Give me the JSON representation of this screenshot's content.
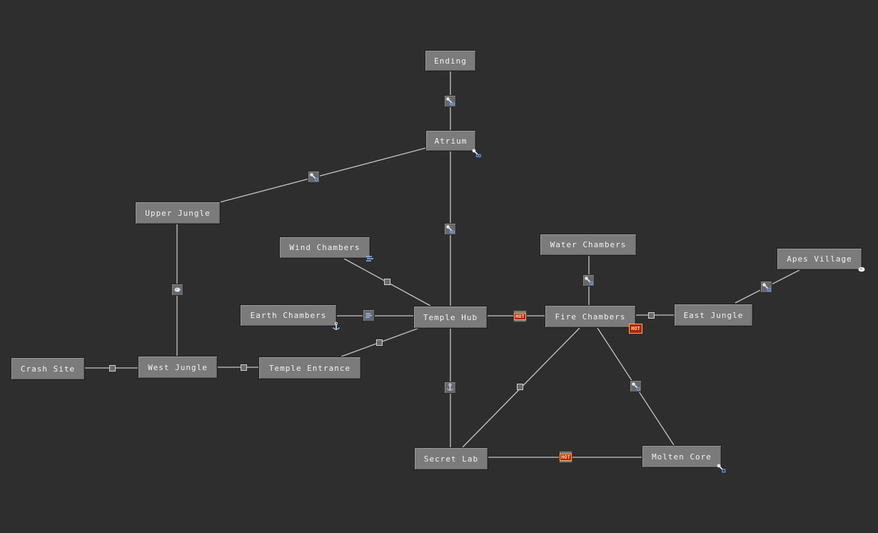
{
  "map": {
    "nodes": {
      "ending": "Ending",
      "atrium": "Atrium",
      "upper_jungle": "Upper Jungle",
      "wind_chambers": "Wind Chambers",
      "water_chambers": "Water Chambers",
      "apes_village": "Apes Village",
      "earth_chambers": "Earth Chambers",
      "temple_hub": "Temple Hub",
      "fire_chambers": "Fire Chambers",
      "east_jungle": "East Jungle",
      "crash_site": "Crash Site",
      "west_jungle": "West Jungle",
      "temple_entrance": "Temple Entrance",
      "secret_lab": "Secret Lab",
      "molten_core": "Molten Core"
    },
    "hot_label": "HOT",
    "colors": {
      "background": "#2e2e2e",
      "node_fill": "#7b7b7b",
      "edge": "#c4c4c4",
      "hot_red": "#b01f1f",
      "hot_border": "#ffb23a"
    },
    "icons": [
      "key-icon",
      "gate-icon",
      "anchor-icon",
      "pearl-icon",
      "wind-icon",
      "hot-badge"
    ]
  }
}
